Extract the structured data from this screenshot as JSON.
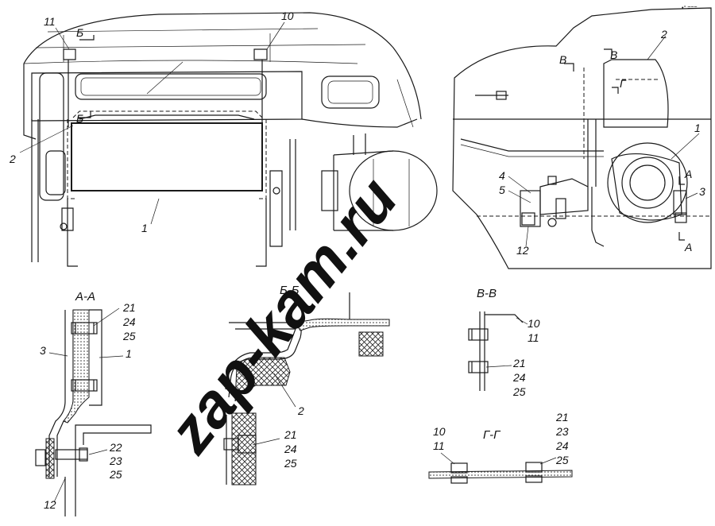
{
  "corner_mark": "•° ===",
  "watermark": "zap-kam.ru",
  "views": {
    "front": {
      "labels": [
        "11",
        "Б",
        "10",
        "Б",
        "2",
        "1"
      ]
    },
    "side": {
      "labels": [
        "2",
        "В",
        "В",
        "Г",
        "1",
        "4",
        "5",
        "А",
        "3",
        "А",
        "12"
      ]
    }
  },
  "sections": {
    "aa": {
      "title": "А-А",
      "labels": [
        "21",
        "24",
        "25",
        "3",
        "1",
        "22",
        "23",
        "25",
        "12"
      ]
    },
    "bb": {
      "title": "Б-Б",
      "labels": [
        "2",
        "21",
        "24",
        "25"
      ]
    },
    "vv": {
      "title": "В-В",
      "labels": [
        "10",
        "11",
        "21",
        "24",
        "25"
      ]
    },
    "gg": {
      "title": "Г-Г",
      "labels": [
        "10",
        "11",
        "21",
        "23",
        "24",
        "25"
      ]
    }
  }
}
